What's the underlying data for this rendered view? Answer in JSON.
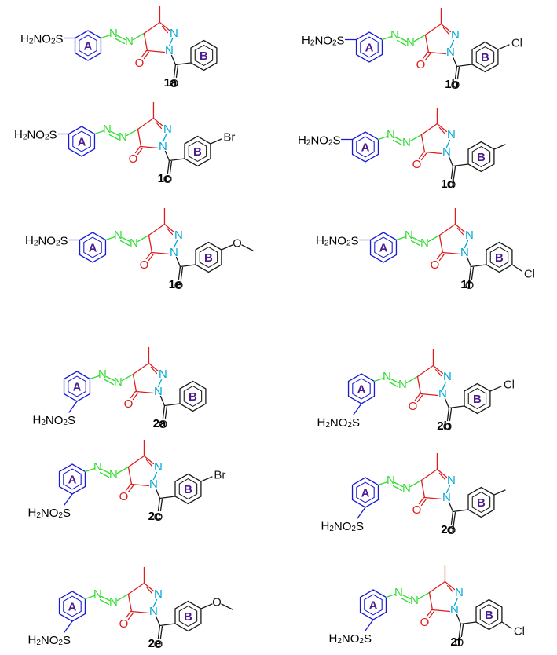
{
  "colors": {
    "ring_a": "#1a1ad6",
    "azo": "#33dd33",
    "pyrazolone": "#e01c1c",
    "pyrazolone_n": "#00a8d6",
    "ring_b": "#1a1a1a",
    "ring_label": "#4b1d8f"
  },
  "ring_labels": {
    "a": "A",
    "b": "B"
  },
  "atoms": {
    "N": "N",
    "O": "O"
  },
  "compounds": [
    {
      "label": "1a",
      "series": "para",
      "sulfonamide": "H2NO2S",
      "b_sub": "",
      "b_pos": "para"
    },
    {
      "label": "1b",
      "series": "para",
      "sulfonamide": "H2NO2S",
      "b_sub": "Cl",
      "b_pos": "para"
    },
    {
      "label": "1c",
      "series": "para",
      "sulfonamide": "H2NO2S",
      "b_sub": "Br",
      "b_pos": "para"
    },
    {
      "label": "1d",
      "series": "para",
      "sulfonamide": "H2NO2S",
      "b_sub": "methyl",
      "b_pos": "para"
    },
    {
      "label": "1e",
      "series": "para",
      "sulfonamide": "H2NO2S",
      "b_sub": "methoxy",
      "b_pos": "para"
    },
    {
      "label": "1f",
      "series": "para",
      "sulfonamide": "H2NO2S",
      "b_sub": "Cl",
      "b_pos": "meta"
    },
    {
      "label": "2a",
      "series": "meta",
      "sulfonamide": "H2NO2S",
      "b_sub": "",
      "b_pos": "para"
    },
    {
      "label": "2b",
      "series": "meta",
      "sulfonamide": "H2NO2S",
      "b_sub": "Cl",
      "b_pos": "para"
    },
    {
      "label": "2c",
      "series": "meta",
      "sulfonamide": "H2NO2S",
      "b_sub": "Br",
      "b_pos": "para"
    },
    {
      "label": "2d",
      "series": "meta",
      "sulfonamide": "H2NO2S",
      "b_sub": "methyl",
      "b_pos": "para"
    },
    {
      "label": "2e",
      "series": "meta",
      "sulfonamide": "H2NO2S",
      "b_sub": "methoxy",
      "b_pos": "para"
    },
    {
      "label": "2f",
      "series": "meta",
      "sulfonamide": "H2NO2S",
      "b_sub": "Cl",
      "b_pos": "meta"
    }
  ]
}
